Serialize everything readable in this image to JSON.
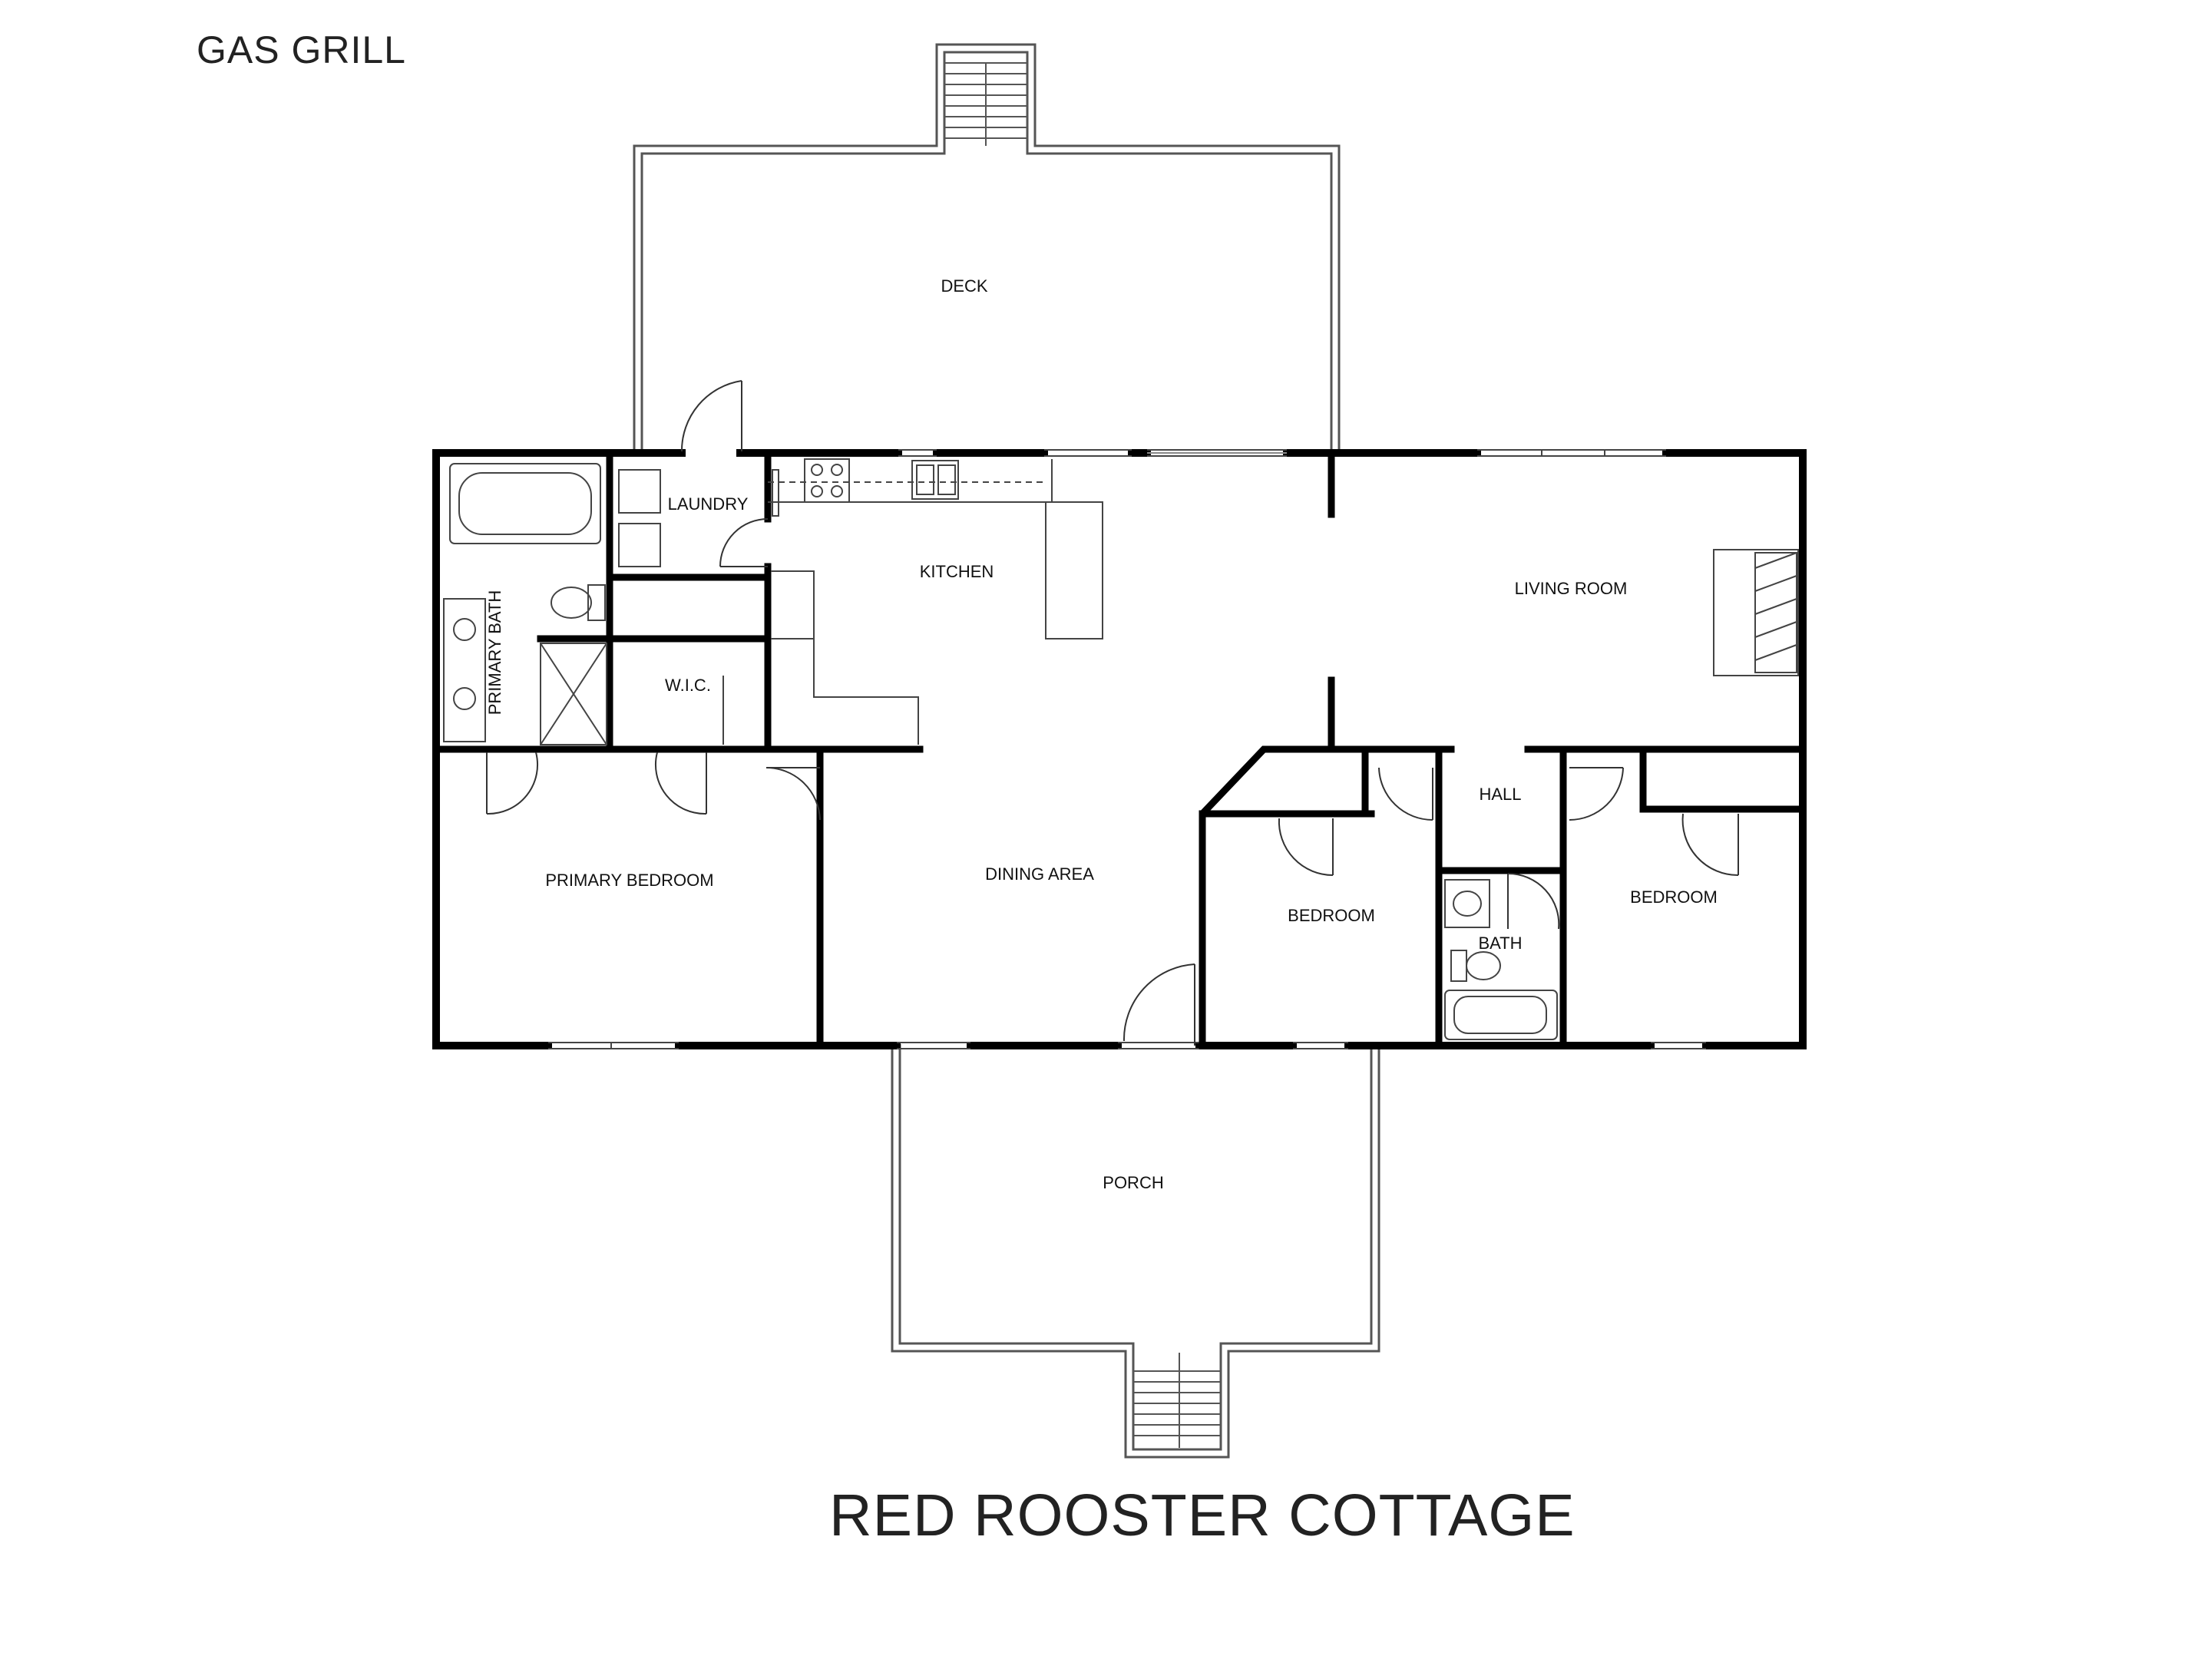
{
  "labels": {
    "gas_grill": "GAS GRILL",
    "title": "RED ROOSTER COTTAGE"
  },
  "rooms": {
    "deck": "DECK",
    "laundry": "LAUNDRY",
    "kitchen": "KITCHEN",
    "living_room": "LIVING ROOM",
    "primary_bath": "PRIMARY BATH",
    "wic": "W.I.C.",
    "hall": "HALL",
    "primary_bedroom": "PRIMARY BEDROOM",
    "dining_area": "DINING AREA",
    "bedroom_middle": "BEDROOM",
    "bath": "BATH",
    "bedroom_right": "BEDROOM",
    "porch": "PORCH"
  },
  "colors": {
    "wall": "#000000",
    "outline": "#555555",
    "background": "#ffffff"
  }
}
